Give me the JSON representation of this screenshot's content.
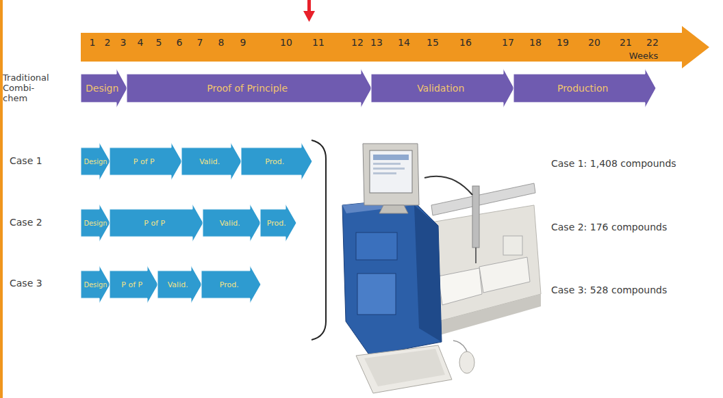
{
  "diagram": {
    "nodes": [
      {
        "text": [
          "1",
          "2",
          "3",
          "4",
          "5",
          "6",
          "7",
          "8",
          "9",
          "10",
          "11",
          "12",
          "13",
          "14",
          "15",
          "16",
          "17",
          "18",
          "19",
          "20",
          "21",
          "22",
          "Weeks"
        ]
      },
      {
        "text": [
          "Design"
        ]
      },
      {
        "text": [
          "Proof of Principle"
        ]
      },
      {
        "text": [
          "Validation"
        ]
      },
      {
        "text": [
          "Production"
        ]
      },
      {
        "text": [
          "Design"
        ]
      },
      {
        "text": [
          "P of P"
        ]
      },
      {
        "text": [
          "Valid."
        ]
      },
      {
        "text": [
          "Prod."
        ]
      },
      {
        "text": [
          "Design"
        ]
      },
      {
        "text": [
          "P of P"
        ]
      },
      {
        "text": [
          "Valid."
        ]
      },
      {
        "text": [
          "Prod."
        ]
      },
      {
        "text": [
          "Design"
        ]
      },
      {
        "text": [
          "P of P"
        ]
      },
      {
        "text": [
          "Valid."
        ]
      },
      {
        "text": [
          "Prod."
        ]
      }
    ],
    "labels": [
      "Traditional Combi-chem",
      "Case 1",
      "Case 2",
      "Case 3",
      "Case 1: 1,408 compounds",
      "Case 2: 176 compounds",
      "Case 3: 528 compounds"
    ]
  }
}
